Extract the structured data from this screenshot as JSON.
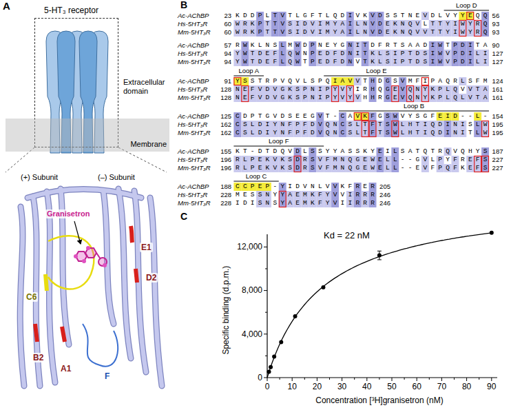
{
  "diagram": {
    "nodes": [
      {
        "text": [
          "Extracellular domain"
        ]
      },
      {
        "text": [
          "Membrane"
        ]
      }
    ],
    "labels": [
      "A",
      "5-HT₃ receptor",
      "(+) Subunit",
      "(–) Subunit",
      "Granisetron",
      "E1",
      "D2",
      "C6",
      "B2",
      "A1",
      "F",
      "B",
      "Loop D",
      "Ac-AChBP",
      "23",
      "KDDPLTVTLGFTLQDIVKVDSSTNEVDLVYYEQQ",
      "56",
      "Hs-5HT₃R",
      "60",
      "WRKPTTVSIDVIMYAILNVDEKNQVLTTYIWYRQ",
      "93",
      "Mm-5HT₃R",
      "60",
      "WRKPTTVSIDVIMYAILNVDEKNQVVTTYIWYRQ",
      "93",
      "Ac-AChBP",
      "57",
      "RWKLNSLMWDPNEYGNITDFRTSAADIWTPDITA",
      "90",
      "Hs-5HT₃R",
      "94",
      "YWTDEFLQWNPEDFDNITKLSIPTDSIWVPDILI",
      "127",
      "Mm-5HT₃R",
      "94",
      "YWTDEFLQWTPEDFDNVTKLSIPTDSIWVPDILI",
      "127",
      "Loop A",
      "Loop E",
      "Ac-AChBP",
      "91",
      "YSSTRPVQVLSPQIAVVTHDGSVMFIPAQRLSFM",
      "124",
      "Hs-5HT₃R",
      "128",
      "NEFVDVGKSPNIPYVYIRHQGEVQNYKPLQVVTA",
      "161",
      "Mm-5HT₃R",
      "128",
      "NEFVDVGKSPNIPYVYVHHRGEVQNYKPLQLVTA",
      "161",
      "Loop B",
      "Ac-AChBP",
      "125",
      "CDPTGVDSEEGVT-CAVKFGSWVYSGFEID--L-",
      "154",
      "Hs-5HT₃R",
      "162",
      "CSLDIYNFPFDVQNCSLTFTSWLHTIQDINISLW",
      "195",
      "Mm-5HT₃R",
      "162",
      "CSLDIYNFPFDVQNCSLTFTSWLHTIQDINITLW",
      "195",
      "Loop F",
      "Ac-AChBP",
      "155",
      "KT-DTDQVDLSSYYASSKYEILSATQTRQVQHYS",
      "187",
      "Hs-5HT₃R",
      "196",
      "RLPEKVKSDRSVFMNQGEWELL--GVLPYFREFS",
      "227",
      "Mm-5HT₃R",
      "196",
      "RLPEKVKSDRSVFMNQGEWELL--EVFPQFKEFS",
      "227",
      "Loop C",
      "Ac-AChBP",
      "188",
      "CCPEP-YIDVNLVVKFRER",
      "205",
      "Hs-5HT₃R",
      "228",
      "MESSNYYAEMKFYVVIRRR",
      "246",
      "Mm-5HT₃R",
      "228",
      "IDISNSYAEMKFYVIIRRR",
      "246",
      "C",
      "Kd = 22 nM",
      "Specific binding (d.p.m.)",
      "0",
      "4,000",
      "8,000",
      "12,000",
      "0",
      "10",
      "20",
      "30",
      "40",
      "50",
      "60",
      "70",
      "80",
      "90",
      "Concentration [³H]granisetron (nM)"
    ]
  }
}
